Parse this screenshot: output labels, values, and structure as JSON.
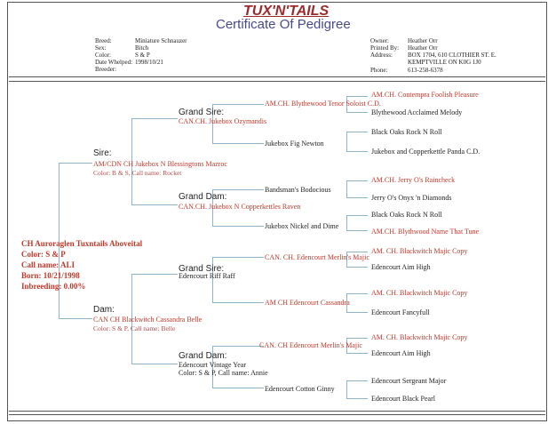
{
  "header": {
    "brand": "TUX'N'TAILS",
    "title": "Certificate Of Pedigree"
  },
  "info_left": [
    {
      "label": "Breed:",
      "value": "Miniature Schnauzer"
    },
    {
      "label": "Sex:",
      "value": "Bitch"
    },
    {
      "label": "Color:",
      "value": "S & P"
    },
    {
      "label": "Date Whelped:",
      "value": "1998/10/21"
    },
    {
      "label": "Breeder:",
      "value": ""
    }
  ],
  "info_right": [
    {
      "label": "Owner:",
      "value": "Heather Orr"
    },
    {
      "label": "Printed By:",
      "value": "Heather Orr"
    },
    {
      "label": "Address:",
      "value": "BOX 1704, 610 CLOTHIER ST. E."
    },
    {
      "label": "",
      "value": "KEMPTVILLE ON K0G 1J0"
    },
    {
      "label": "Phone:",
      "value": "613-258-6378"
    }
  ],
  "dog": {
    "name": "CH Auroraglen Tuxntails Aboveital",
    "color": "Color:  S & P",
    "call": "Call name:  ALI",
    "born": "Born:  10/21/1998",
    "inbreeding": "Inbreeding:  0.00%"
  },
  "sire": {
    "label": "Sire:",
    "name": "AM/CDN CH Jukebox N Blessingtons Mazroc",
    "info": "Color:  B & S, Call name:  Rocket"
  },
  "dam": {
    "label": "Dam:",
    "name": "CAN CH Blackwitch Cassandra Belle",
    "info": "Color:  S & P, Call name:  Belle"
  },
  "sire_side": {
    "grand_sire_label": "Grand Sire:",
    "grand_sire": "CAN.CH. Jukebox Ozymandis",
    "gs_sire": "AM.CH. Blythewood Tenor Soloist C.D.",
    "gs_dam": "Jukebox Fig Newton",
    "g1": "AM.CH. Contempra Foolish Pleasure",
    "g2": "Blythewood Acclaimed Melody",
    "g3": "Black Oaks Rock N Roll",
    "g4": "Jukebox and Copperkettle Panda C.D.",
    "grand_dam_label": "Grand Dam:",
    "grand_dam": "CAN.CH. Jukebox N Copperkettles Raven",
    "gd_sire": "Bandsman's Bodocious",
    "gd_dam": "Jukebox Nickel and Dime",
    "g5": "AM.CH. Jerry O's Raincheck",
    "g6": "Jerry O's Onyx 'n Diamonds",
    "g7": "Black Oaks Rock N Roll",
    "g8": "AM.CH. Blythwood Name That Tune"
  },
  "dam_side": {
    "grand_sire_label": "Grand Sire:",
    "grand_sire": "Edencourt Riff Raff",
    "gs_sire": "CAN. CH. Edencourt  Merlin's Majic",
    "gs_dam": "AM CH Edencourt Cassandra",
    "g1": "AM. CH. Blackwitch Majic Copy",
    "g2": "Edencourt Aim High",
    "g3": "AM. CH. Blackwitch Majic Copy",
    "g4": "Edencourt Fancyfull",
    "grand_dam_label": "Grand Dam:",
    "grand_dam": "Edencourt Vintage Year",
    "grand_dam_info": "Color:  S & P, Call name:  Annie",
    "gd_sire": "CAN.  CH Edencourt Merlin's Majic",
    "gd_dam": "Edencourt Cotton Ginny",
    "g5": "AM. CH. Blackwitch Majic Copy",
    "g6": "Edencourt Aim High",
    "g7": "Edencourt Sergeant Major",
    "g8": "Edencourt Black Pearl"
  }
}
